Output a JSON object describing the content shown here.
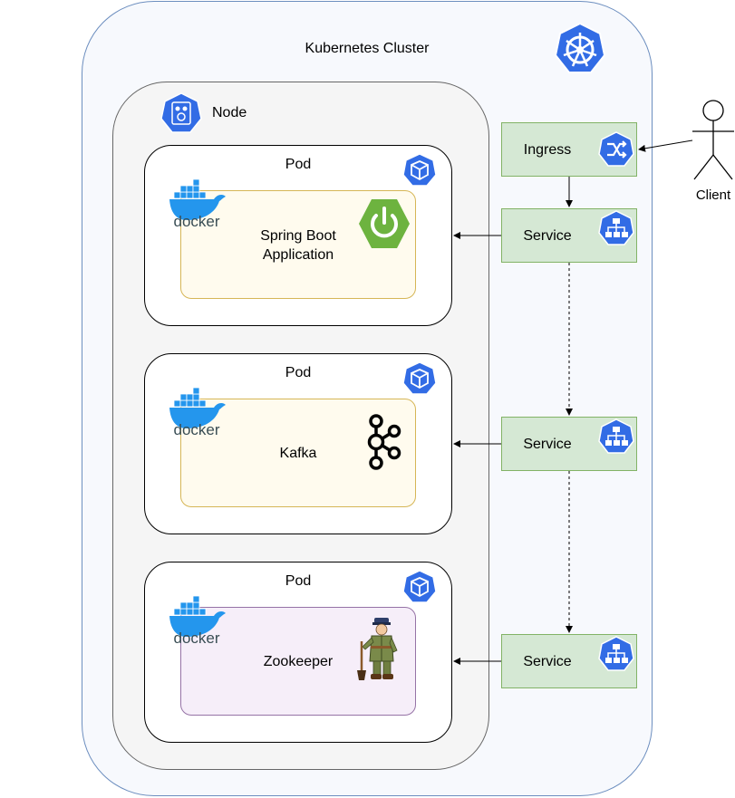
{
  "cluster": {
    "title": "Kubernetes Cluster"
  },
  "node": {
    "title": "Node"
  },
  "pods": [
    {
      "title": "Pod",
      "app": "Spring Boot Application",
      "app_line1": "Spring Boot",
      "app_line2": "Application",
      "runtime": "docker"
    },
    {
      "title": "Pod",
      "app": "Kafka",
      "runtime": "docker"
    },
    {
      "title": "Pod",
      "app": "Zookeeper",
      "runtime": "docker"
    }
  ],
  "ingress": {
    "label": "Ingress"
  },
  "services": [
    {
      "label": "Service"
    },
    {
      "label": "Service"
    },
    {
      "label": "Service"
    }
  ],
  "client": {
    "label": "Client"
  },
  "colors": {
    "k8s_blue": "#326ce5",
    "spring_green": "#6db33f",
    "docker_blue": "#2496ed",
    "docker_text": "#394d54",
    "service_fill": "#d5e8d4",
    "service_stroke": "#82b366"
  }
}
